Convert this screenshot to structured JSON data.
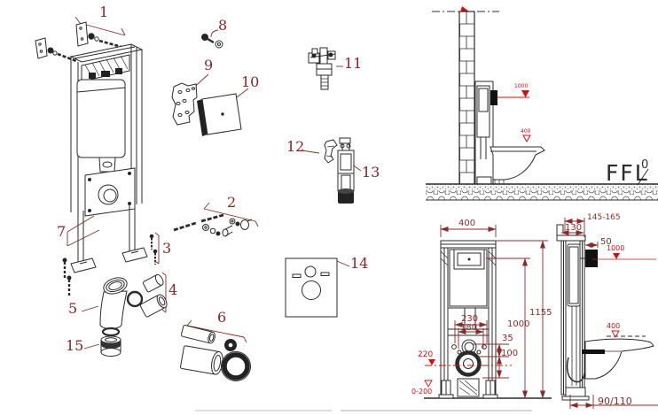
{
  "colors": {
    "line": "#2b2b2b",
    "label": "#8b2323",
    "dimension": "#8b2a2a",
    "level_marker_red": "#cc1111"
  },
  "exploded_view": {
    "part_labels": [
      "1",
      "2",
      "3",
      "4",
      "5",
      "6",
      "7",
      "8",
      "9",
      "10",
      "11",
      "12",
      "13",
      "14",
      "15"
    ]
  },
  "side_elevation": {
    "ffl_label": "FFL",
    "floor_level": "0",
    "flush_plate_level": "1000",
    "bowl_rim_level": "400"
  },
  "front_elevation": {
    "frame_width": "400",
    "frame_height": "1155",
    "flush_plate_height": "1000",
    "upper_fixing_spacing": "230",
    "lower_fixing_spacing": "180",
    "fixing_offset": "35",
    "outlet_drop": "100",
    "outlet_level": "220",
    "foot_adjustment_range": "0-200"
  },
  "profile_elevation": {
    "depth_range": "145-165",
    "frame_depth": "130",
    "plate_depth": "50",
    "flush_plate_level": "1000",
    "bowl_rim_level": "400",
    "outlet_pipe_size": "90/110"
  }
}
